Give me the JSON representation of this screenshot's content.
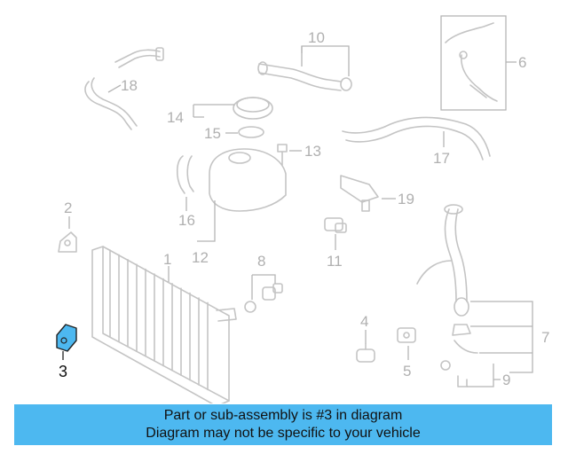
{
  "callouts": {
    "c1": "1",
    "c2": "2",
    "c3": "3",
    "c4": "4",
    "c5": "5",
    "c6": "6",
    "c7": "7",
    "c8": "8",
    "c9": "9",
    "c10": "10",
    "c11": "11",
    "c12": "12",
    "c13": "13",
    "c14": "14",
    "c15": "15",
    "c16": "16",
    "c17": "17",
    "c18": "18",
    "c19": "19"
  },
  "highlight": {
    "callout": "3",
    "color": "#4db8f0"
  },
  "colors": {
    "part_stroke": "#c4c4c4",
    "label": "#b0b0b0",
    "banner_bg": "#4db8f0"
  },
  "banner": {
    "line1": "Part or sub-assembly is #3 in diagram",
    "line2": "Diagram may not be specific to your vehicle"
  }
}
